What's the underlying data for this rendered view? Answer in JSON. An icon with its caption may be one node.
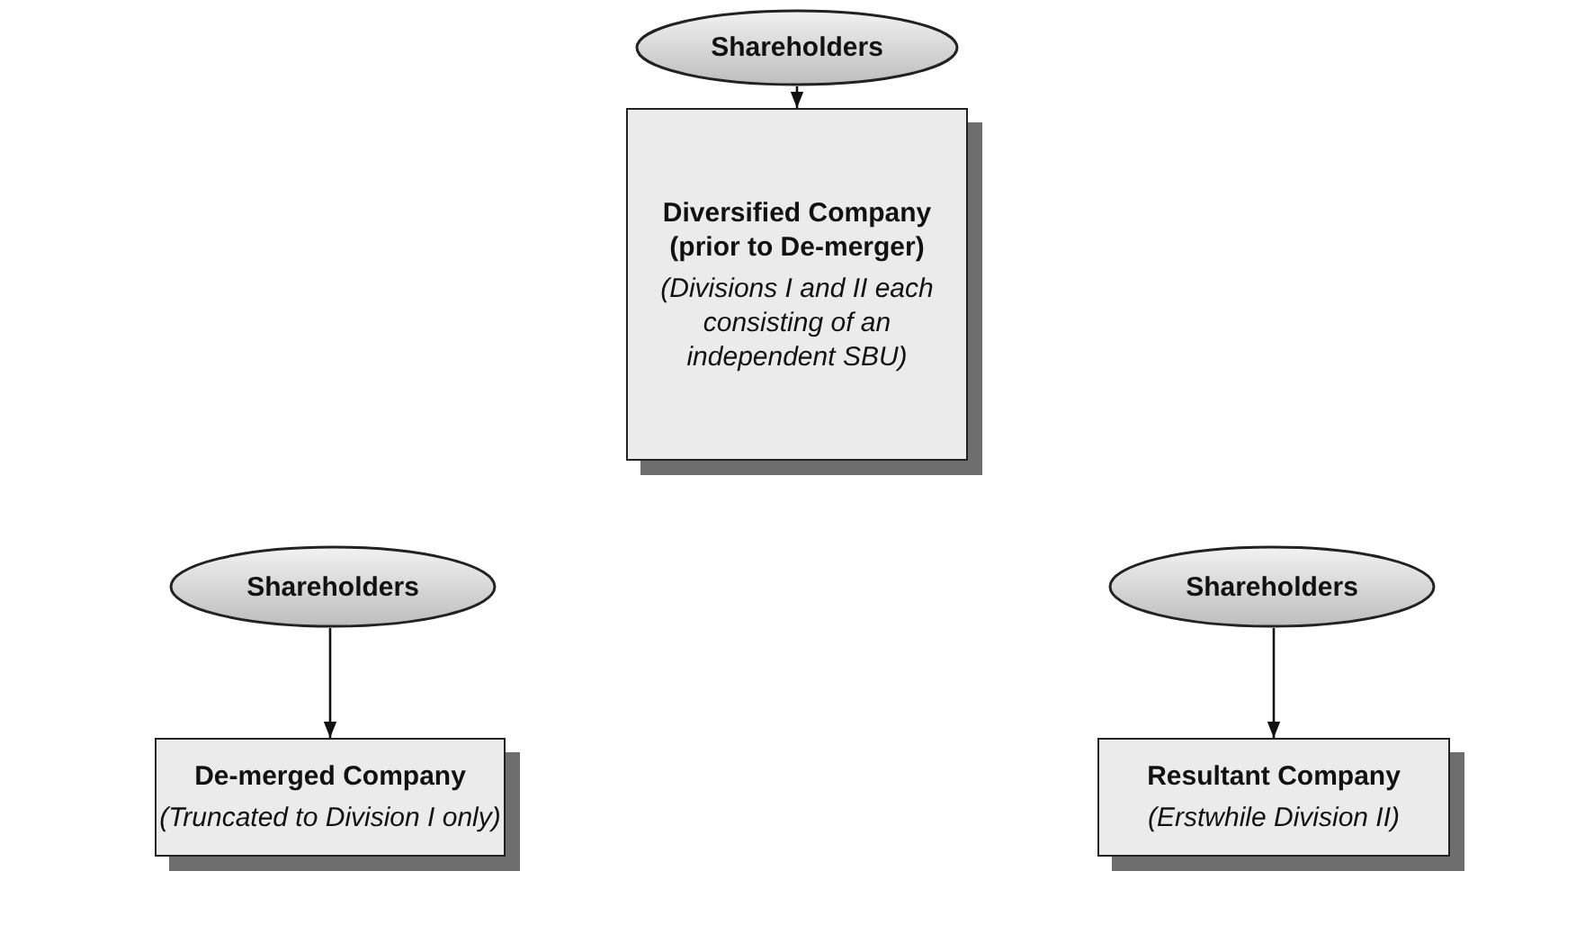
{
  "diagram": {
    "nodes": [
      {
        "text": [
          "Shareholders"
        ]
      },
      {
        "text": [
          "Diversified Company (prior to De-merger)",
          "(Divisions I and II each consisting of an independent SBU)"
        ]
      },
      {
        "text": [
          "Shareholders"
        ]
      },
      {
        "text": [
          "De-merged Company",
          "(Truncated to Division I only)"
        ]
      },
      {
        "text": [
          "Shareholders"
        ]
      },
      {
        "text": [
          "Resultant Company",
          "(Erstwhile Division II)"
        ]
      }
    ],
    "edges": [
      {
        "from": 0,
        "to": 1,
        "arrow": "to"
      },
      {
        "from": 2,
        "to": 3,
        "arrow": "to"
      },
      {
        "from": 4,
        "to": 5,
        "arrow": "to"
      }
    ]
  }
}
